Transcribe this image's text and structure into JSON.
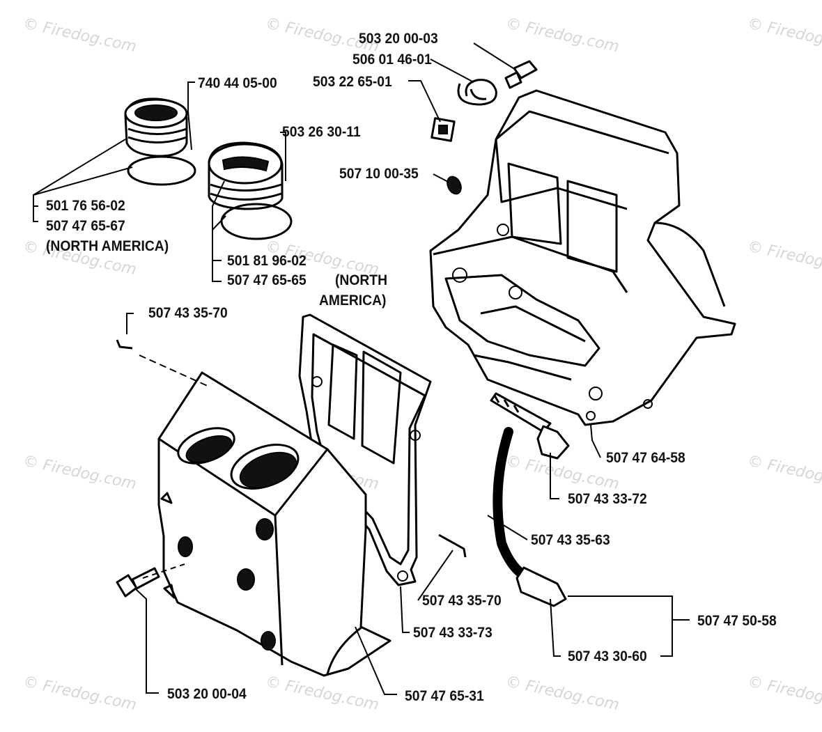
{
  "watermark": "© Firedog.com",
  "labels": {
    "p1": "503 20 00-03",
    "p2": "506 01 46-01",
    "p3": "503 22 65-01",
    "p4": "740 44 05-00",
    "p5": "503 26 30-11",
    "p6": "507 10 00-35",
    "p7": "501 76 56-02",
    "p8": "507 47 65-67",
    "p9": "(NORTH AMERICA)",
    "p10": "501 81 96-02",
    "p11": "507 47 65-65",
    "p12a": "(NORTH",
    "p12b": "AMERICA)",
    "p13": "507 43 35-70",
    "p14": "507 47 64-58",
    "p15": "507 43 33-72",
    "p16": "507 43 35-63",
    "p17": "507 43 35-70",
    "p18": "507 47 50-58",
    "p19": "507 43 33-73",
    "p20": "507 43 30-60",
    "p21": "503 20 00-04",
    "p22": "507 47 65-31"
  }
}
